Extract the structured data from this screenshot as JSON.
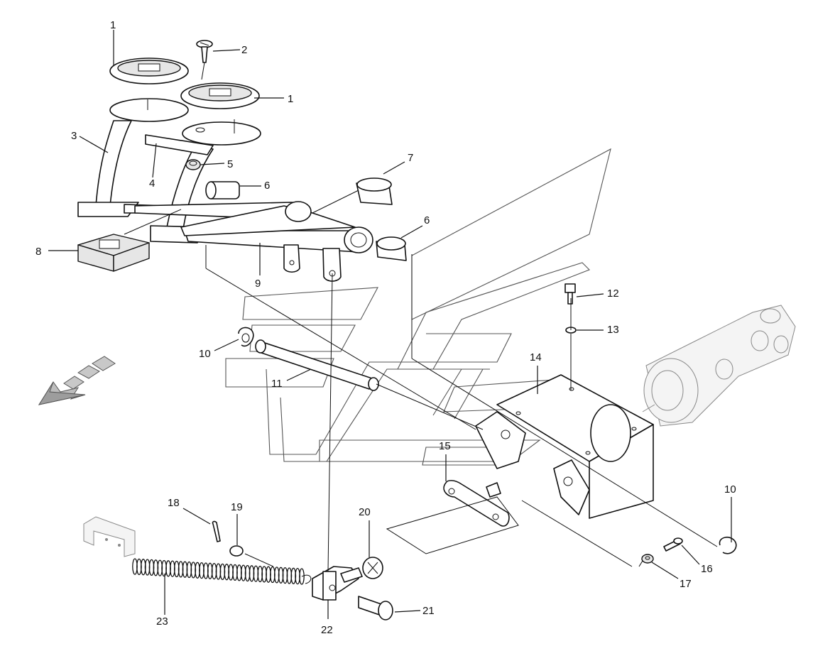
{
  "labels": [
    "1",
    "2",
    "1",
    "3",
    "4",
    "5",
    "6",
    "7",
    "6",
    "8",
    "9",
    "10",
    "11",
    "12",
    "13",
    "14",
    "15",
    "10",
    "16",
    "17",
    "18",
    "19",
    "20",
    "21",
    "22",
    "23"
  ]
}
